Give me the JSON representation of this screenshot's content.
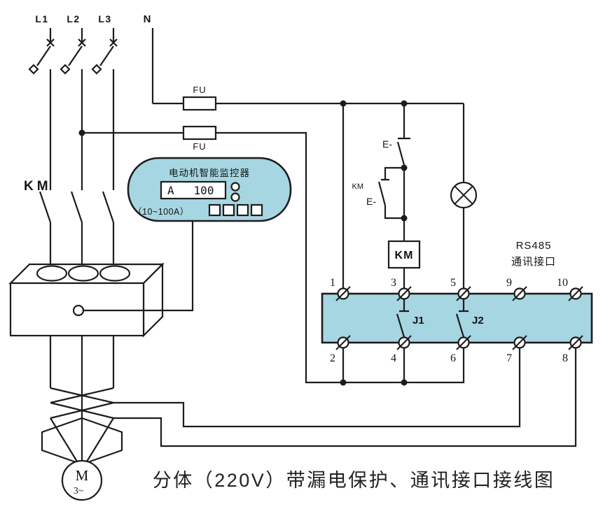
{
  "title": "分体（220V）带漏电保护、通讯接口接线图",
  "colors": {
    "device_fill": "#a6d6e2",
    "line_color": "#1c1c1c",
    "background": "#ffffff"
  },
  "power": {
    "phase_labels": [
      "L1",
      "L2",
      "L3"
    ],
    "neutral_label": "N",
    "contactor_label": "KM",
    "fuse_top_label": "FU",
    "fuse_bottom_label": "FU"
  },
  "monitor": {
    "name": "电动机智能监控器",
    "display_unit": "A",
    "display_value": "100",
    "range_label": "（10~100A）"
  },
  "control": {
    "leakage_switch_top": "E-",
    "leakage_switch_branch": "E-",
    "km_aux_label": "KM",
    "km_coil_label": "KM"
  },
  "terminal_block": {
    "top_terminals": [
      "1",
      "3",
      "5",
      "9",
      "10"
    ],
    "bottom_terminals": [
      "2",
      "4",
      "6",
      "7",
      "8"
    ],
    "relay1_label": "J1",
    "relay2_label": "J2",
    "rs485_title": "RS485",
    "rs485_subtitle": "通讯接口"
  },
  "motor": {
    "symbol": "M",
    "phase_label": "3~"
  }
}
